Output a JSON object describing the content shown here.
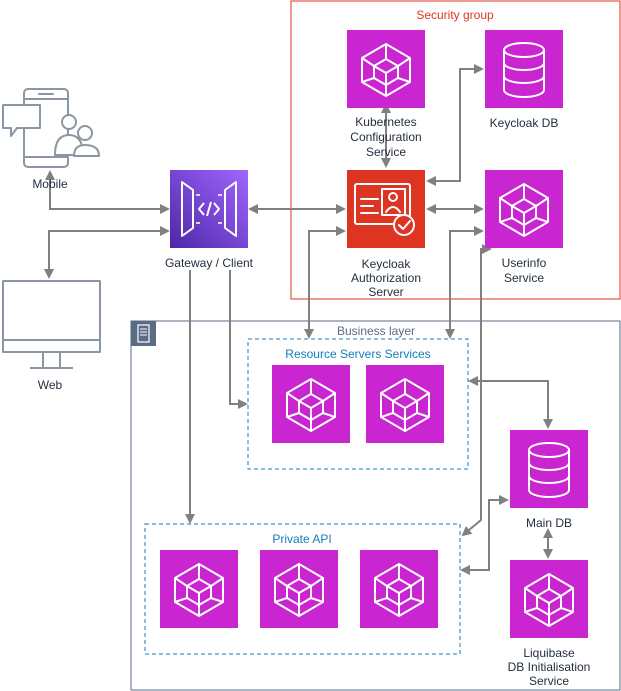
{
  "groups": {
    "security": "Security group",
    "business": "Business layer",
    "resource_servers": "Resource Servers Services",
    "private_api": "Private API"
  },
  "clients": {
    "mobile": "Mobile",
    "web": "Web",
    "gateway": "Gateway / Client"
  },
  "security_nodes": {
    "kubernetes": [
      "Kubernetes",
      "Configuration",
      "Service"
    ],
    "keycloak_db": "Keycloak DB",
    "keycloak": [
      "Keycloak",
      "Authorization",
      "Server"
    ],
    "userinfo": [
      "Userinfo",
      "Service"
    ]
  },
  "data_nodes": {
    "main_db": "Main DB",
    "liquibase": [
      "Liquibase",
      "DB Initialisation",
      "Service"
    ]
  },
  "colors": {
    "compute": "#c925d1",
    "security": "#dd3522",
    "gateway": "#7b3ff2",
    "connector": "#808080",
    "blue_group": "#147eba",
    "group_border": "#5a6b86"
  },
  "icons": {
    "compute": "cube-icon",
    "database": "database-icon",
    "keycloak": "identity-card-icon",
    "gateway": "api-gateway-icon",
    "mobile": "mobile-users-icon",
    "web": "monitor-icon",
    "business": "server-rack-icon"
  }
}
